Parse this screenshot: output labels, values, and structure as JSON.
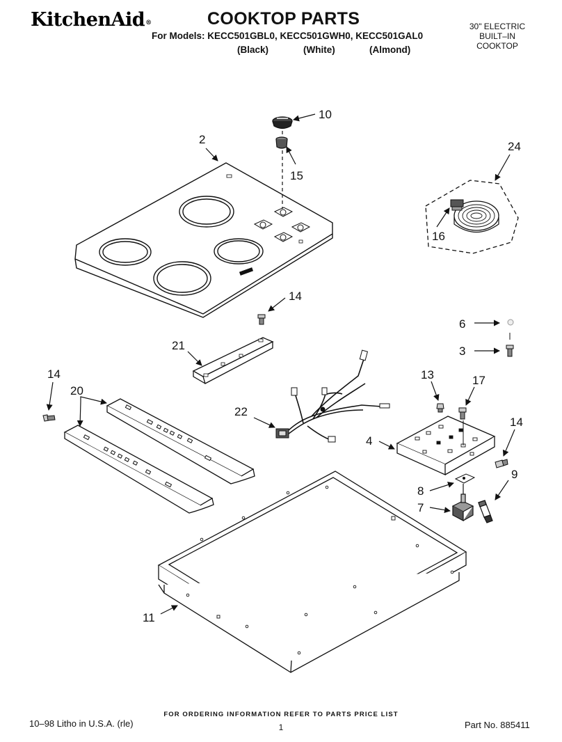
{
  "header": {
    "brand": "KitchenAid",
    "brand_mark": "®",
    "title": "COOKTOP PARTS",
    "models": "For Models: KECC501GBL0, KECC501GWH0, KECC501GAL0",
    "colors": [
      "(Black)",
      "(White)",
      "(Almond)"
    ],
    "product_lines": [
      "30\" ELECTRIC",
      "BUILT–IN",
      "COOKTOP"
    ]
  },
  "callouts": {
    "c10": "10",
    "c2": "2",
    "c15": "15",
    "c24": "24",
    "c16": "16",
    "c14_top": "14",
    "c21": "21",
    "c6": "6",
    "c3": "3",
    "c14_left": "14",
    "c20": "20",
    "c13": "13",
    "c17": "17",
    "c22": "22",
    "c4": "4",
    "c14_right": "14",
    "c9": "9",
    "c8": "8",
    "c7": "7",
    "c11": "11"
  },
  "footer": {
    "ordering_note": "FOR ORDERING INFORMATION REFER TO PARTS PRICE LIST",
    "page_number": "1",
    "litho": "10–98 Litho in U.S.A. (rle)",
    "part_number": "Part No. 885411"
  }
}
